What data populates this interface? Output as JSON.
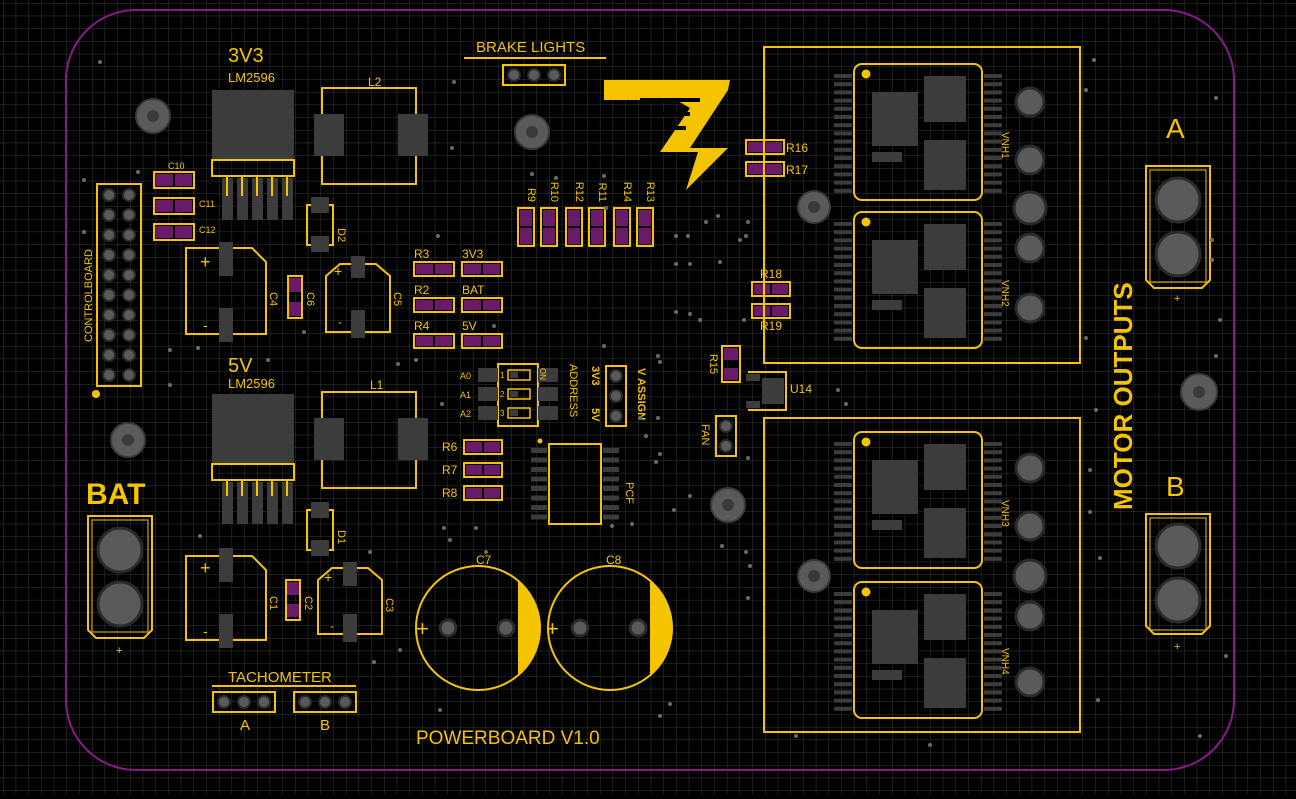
{
  "board": {
    "name": "POWERBOARD V1.0",
    "colors": {
      "background": "#000000",
      "grid": "#3a3a3a",
      "outline": "#8a1a8a",
      "silk": "#f5c400",
      "pad": "#6a1a6a",
      "component": "#3c3c3c",
      "hole": "#5a5a5a"
    }
  },
  "sections": {
    "reg3v3": {
      "title": "3V3",
      "chip": "LM2596"
    },
    "reg5v": {
      "title": "5V",
      "chip": "LM2596"
    },
    "brake": "BRAKE LIGHTS",
    "control": "CONTROLBOARD",
    "bat": {
      "title": "BAT",
      "plus": "+"
    },
    "tach": {
      "title": "TACHOMETER",
      "a": "A",
      "b": "B"
    },
    "motor": {
      "title": "MOTOR OUTPUTS",
      "a": "A",
      "b": "B",
      "plus": "+"
    },
    "logo": "lightning-logo"
  },
  "designators": {
    "L2": "L2",
    "L1": "L1",
    "D2": "D2",
    "D1": "D1",
    "C1": "C1",
    "C2": "C2",
    "C3": "C3",
    "C4": "C4",
    "C5": "C5",
    "C6": "C6",
    "C7": "C7",
    "C8": "C8",
    "C10": "C10",
    "C11": "C11",
    "C12": "C12",
    "R2": "R2",
    "R3": "R3",
    "R4": "R4",
    "R6": "R6",
    "R7": "R7",
    "R8": "R8",
    "R9": "R9",
    "R10": "R10",
    "R11": "R11",
    "R12": "R12",
    "R13": "R13",
    "R14": "R14",
    "R15": "R15",
    "R16": "R16",
    "R17": "R17",
    "R18": "R18",
    "R19": "R19",
    "U14": "U14",
    "PCF": "PCF",
    "VNH1": "VNH1",
    "VNH2": "VNH2",
    "VNH3": "VNH3",
    "VNH4": "VNH4"
  },
  "labels": {
    "v3v3": "3V3",
    "bat": "BAT",
    "v5": "5V",
    "a0": "A0",
    "a1": "A1",
    "a2": "A2",
    "address": "ADDRESS",
    "on": "ON",
    "sw1": "1",
    "sw2": "2",
    "sw3": "3",
    "vassign": "V ASSIGN",
    "vassign_3v3": "3V3",
    "vassign_5v": "5V",
    "fan": "FAN",
    "plus": "+",
    "minus": "-"
  }
}
